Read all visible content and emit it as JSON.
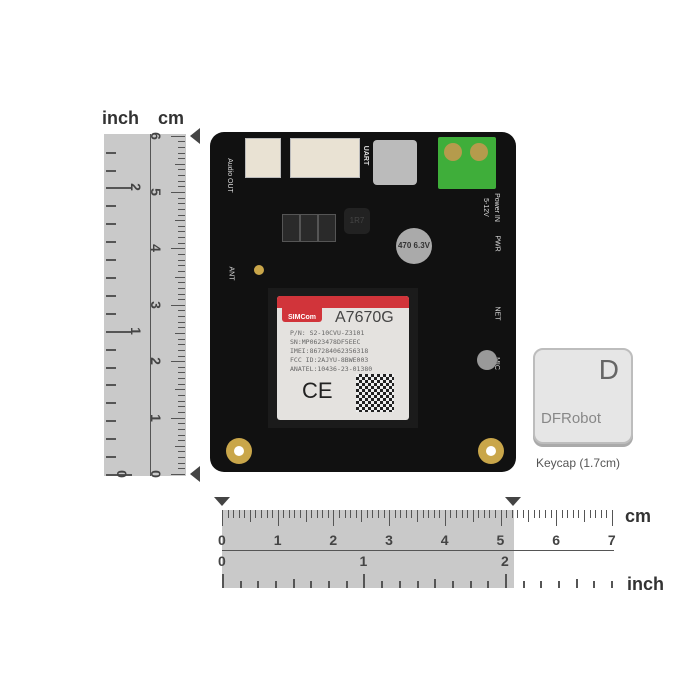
{
  "vertical_ruler": {
    "inch_label": "inch",
    "cm_label": "cm",
    "cm_ticks": [
      "0",
      "1",
      "2",
      "3",
      "4",
      "5",
      "6"
    ],
    "inch_ticks": [
      "1",
      "2"
    ]
  },
  "horizontal_ruler": {
    "cm_label": "cm",
    "inch_label": "inch",
    "cm_ticks": [
      "0",
      "1",
      "2",
      "3",
      "4",
      "5",
      "6",
      "7"
    ],
    "inch_ticks": [
      "0",
      "1",
      "2"
    ]
  },
  "board": {
    "audio_label": "Audio OUT",
    "uart_label": "UART",
    "power_label": "Power IN",
    "voltage_label": "5-12V",
    "pwr_label": "PWR",
    "net_label": "NET",
    "mic_label": "MIC",
    "ant_label": "ANT",
    "cap_text": "470 6.3V",
    "inductor_text": "1R7"
  },
  "module": {
    "brand": "SIMCom",
    "model": "A7670G",
    "lines": [
      "P/N: S2-10CVU-Z3101",
      "SN:MP0623478DF5EEC",
      "IMEI:867284062356318",
      "FCC ID:2AJYU-8BWE003",
      "ANATEL:10436-23-01380"
    ],
    "ce": "CE"
  },
  "keycap": {
    "letter": "D",
    "brand": "DFRobot",
    "caption": "Keycap (1.7cm)"
  },
  "colors": {
    "board": "#111111",
    "terminal": "#3fae3a",
    "ruler": "#c9c9c9",
    "simcom_red": "#d1343a"
  }
}
